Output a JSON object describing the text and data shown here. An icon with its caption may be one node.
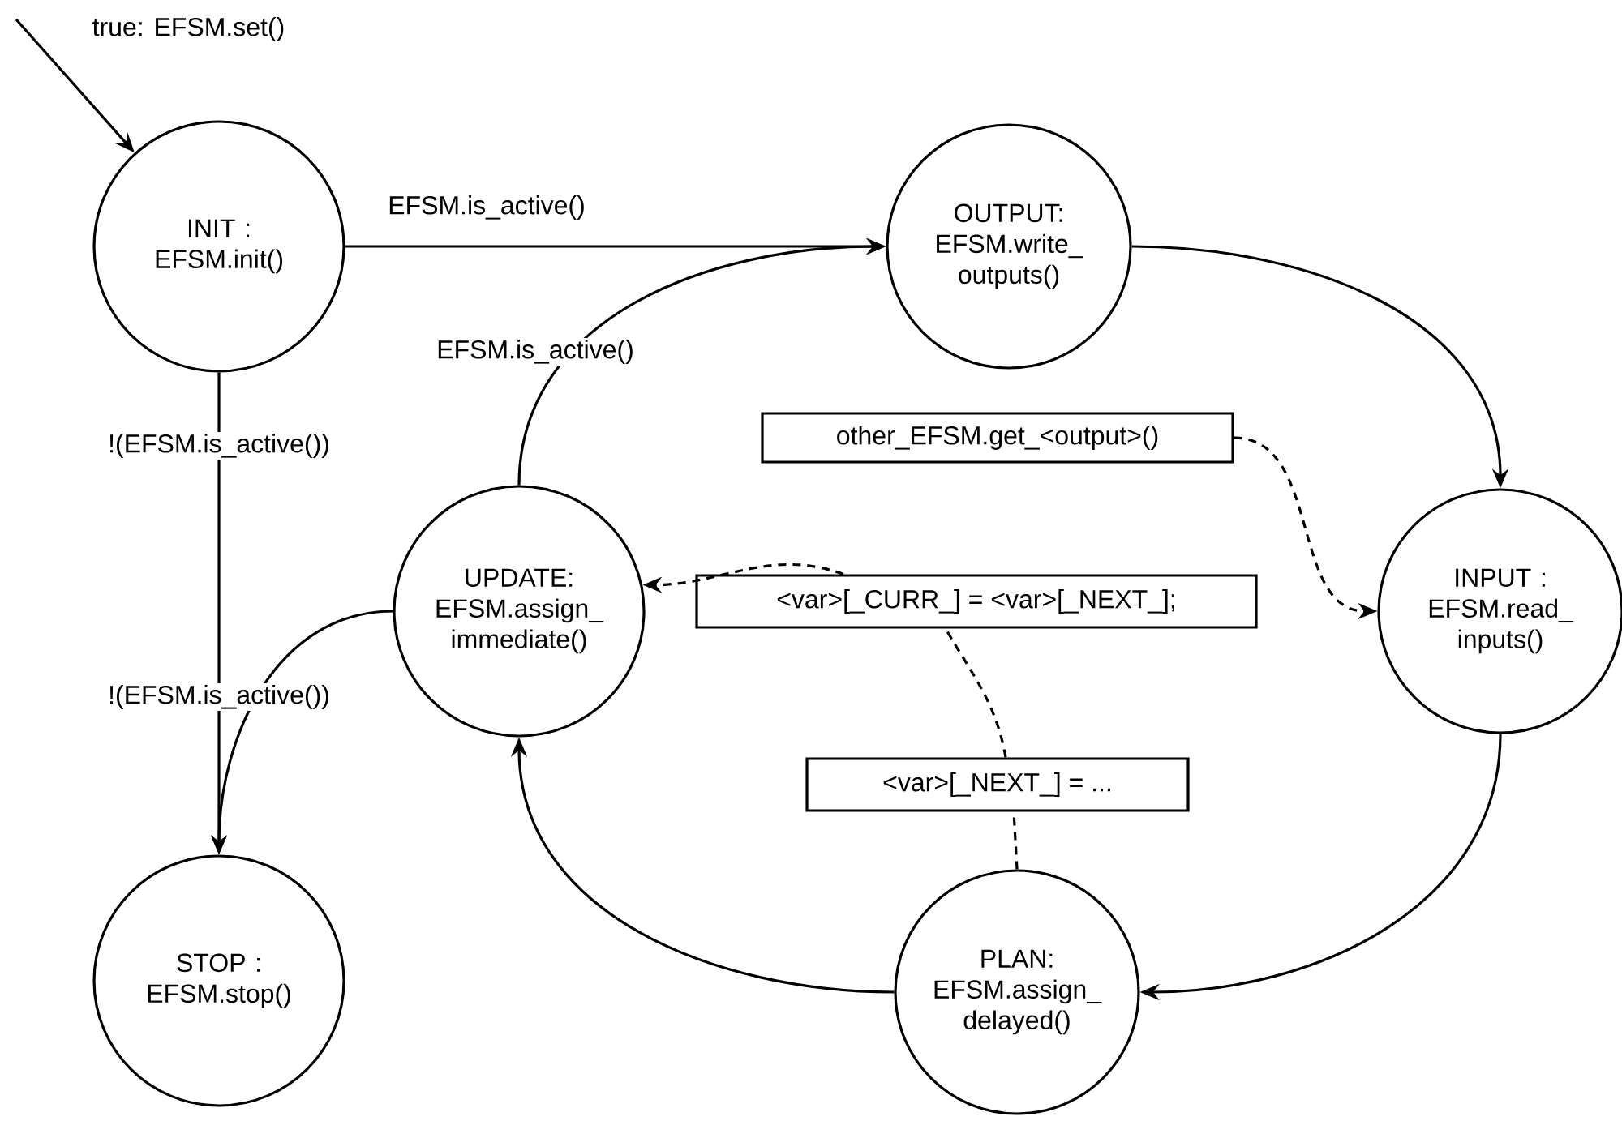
{
  "diagram": {
    "nodes": [
      {
        "text": [
          "INIT : EFSM.init()"
        ]
      },
      {
        "text": [
          "OUTPUT: EFSM.write_ outputs()"
        ]
      },
      {
        "text": [
          "other_EFSM.get_<output>()"
        ]
      },
      {
        "text": [
          "INPUT : EFSM.read_ inputs()"
        ]
      },
      {
        "text": [
          "UPDATE: EFSM.assign_ immediate()"
        ]
      },
      {
        "text": [
          "<var>[_CURR_] = <var>[_NEXT_];"
        ]
      },
      {
        "text": [
          "<var>[_NEXT_] = ..."
        ]
      },
      {
        "text": [
          "PLAN: EFSM.assign_ delayed()"
        ]
      },
      {
        "text": [
          "STOP : EFSM.stop()"
        ]
      }
    ],
    "edges": [
      {
        "from": null,
        "to": 0,
        "arrow": "to",
        "label": "true: EFSM.set()"
      },
      {
        "from": 0,
        "to": 1,
        "arrow": "to",
        "label": "EFSM.is_active()"
      },
      {
        "from": 4,
        "to": 1,
        "arrow": "to",
        "label": "EFSM.is_active()"
      },
      {
        "from": 0,
        "to": 8,
        "arrow": "to",
        "label": "!(EFSM.is_active())"
      },
      {
        "from": 4,
        "to": 8,
        "arrow": "to",
        "label": "!(EFSM.is_active())"
      },
      {
        "from": 1,
        "to": 3,
        "arrow": "to"
      },
      {
        "from": 2,
        "to": 3,
        "arrow": "to",
        "style": "dashed"
      },
      {
        "from": 3,
        "to": 7,
        "arrow": "to"
      },
      {
        "from": 7,
        "to": 4,
        "arrow": "to"
      },
      {
        "from": 5,
        "to": 4,
        "arrow": "to",
        "style": "dashed"
      },
      {
        "from": 6,
        "to": 5,
        "arrow": "none",
        "style": "dashed"
      },
      {
        "from": 7,
        "to": 6,
        "arrow": "none",
        "style": "dashed"
      }
    ]
  }
}
